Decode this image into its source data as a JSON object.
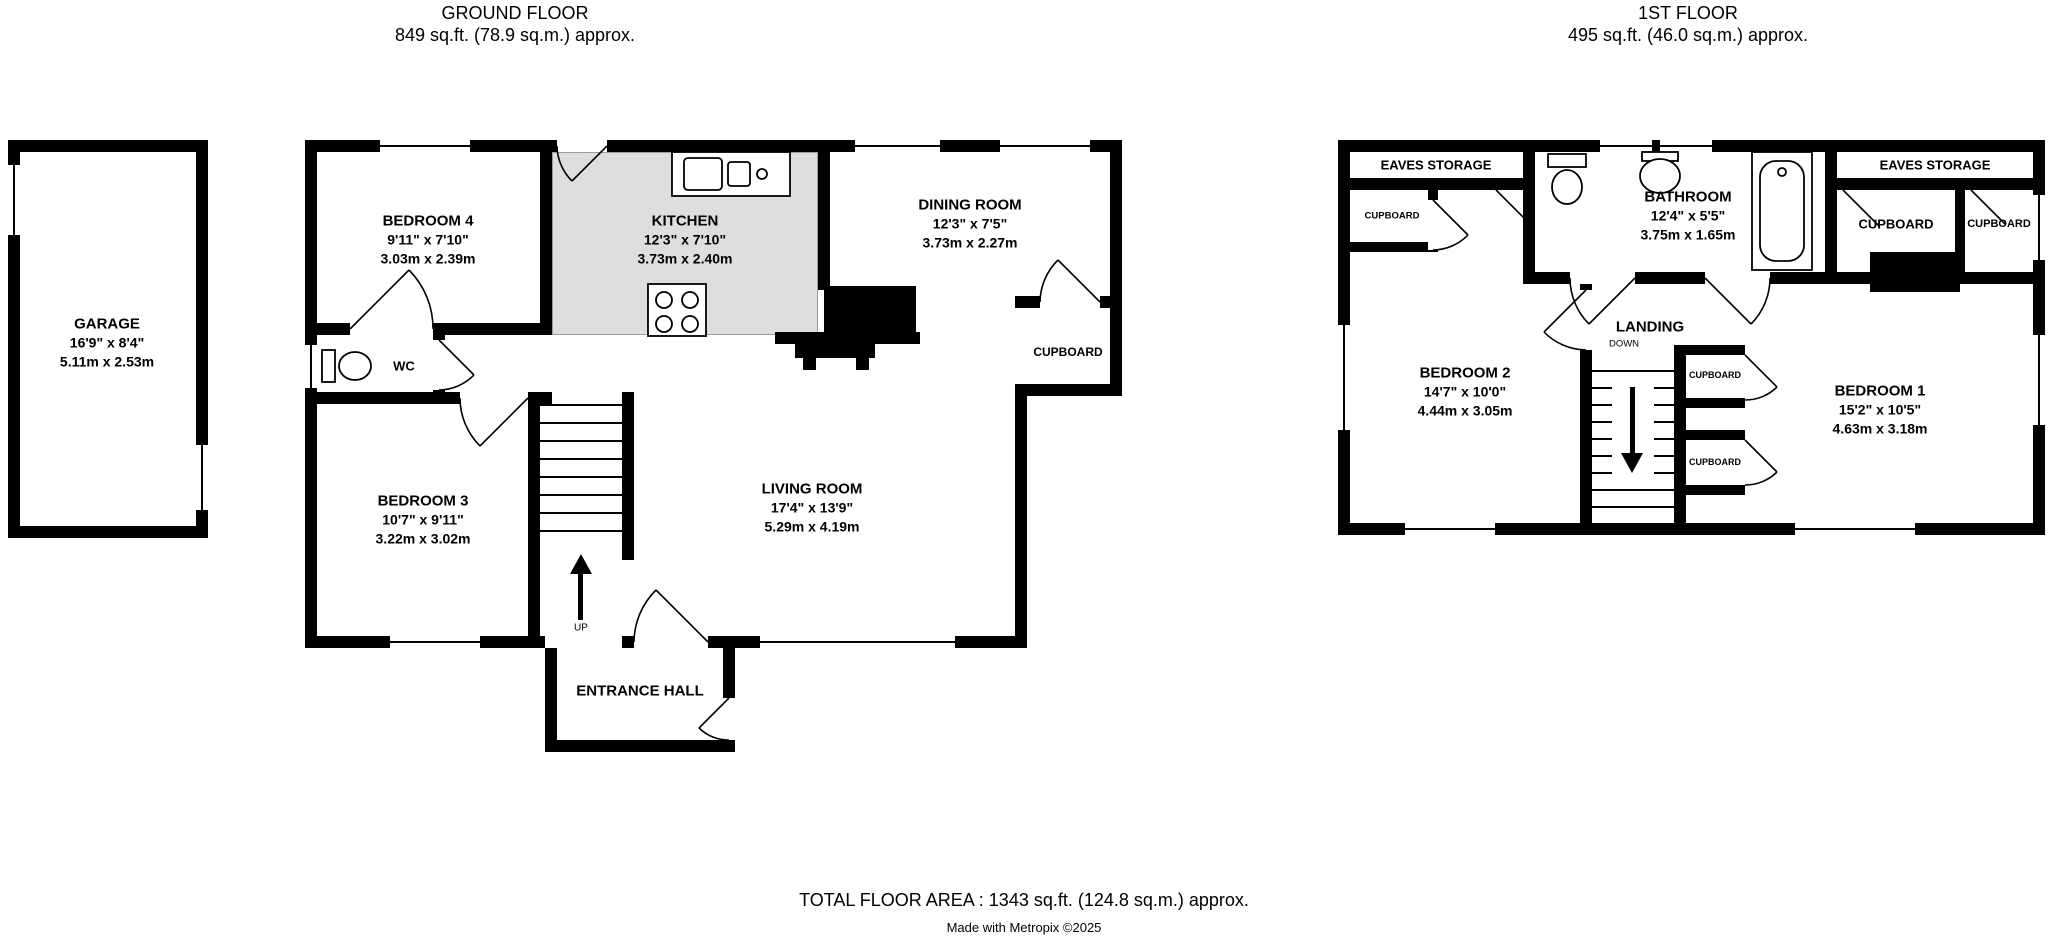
{
  "ground_floor": {
    "title": "GROUND FLOOR",
    "area": "849 sq.ft. (78.9 sq.m.) approx.",
    "stairs": {
      "label": "UP"
    },
    "rooms": {
      "garage": {
        "name": "GARAGE",
        "imperial": "16'9\" x 8'4\"",
        "metric": "5.11m x 2.53m"
      },
      "bedroom4": {
        "name": "BEDROOM 4",
        "imperial": "9'11\" x 7'10\"",
        "metric": "3.03m x 2.39m"
      },
      "kitchen": {
        "name": "KITCHEN",
        "imperial": "12'3\" x 7'10\"",
        "metric": "3.73m x 2.40m"
      },
      "dining_room": {
        "name": "DINING ROOM",
        "imperial": "12'3\" x 7'5\"",
        "metric": "3.73m x 2.27m"
      },
      "wc": {
        "name": "WC"
      },
      "bedroom3": {
        "name": "BEDROOM 3",
        "imperial": "10'7\" x 9'11\"",
        "metric": "3.22m x 3.02m"
      },
      "living_room": {
        "name": "LIVING ROOM",
        "imperial": "17'4\" x 13'9\"",
        "metric": "5.29m x 4.19m"
      },
      "cupboard": {
        "name": "CUPBOARD"
      },
      "entrance_hall": {
        "name": "ENTRANCE HALL"
      }
    }
  },
  "first_floor": {
    "title": "1ST FLOOR",
    "area": "495 sq.ft. (46.0 sq.m.) approx.",
    "stairs": {
      "label": "DOWN"
    },
    "rooms": {
      "eaves_storage_left": {
        "name": "EAVES STORAGE"
      },
      "eaves_storage_right": {
        "name": "EAVES STORAGE"
      },
      "cupboard_top_left": {
        "name": "CUPBOARD"
      },
      "bathroom": {
        "name": "BATHROOM",
        "imperial": "12'4\" x 5'5\"",
        "metric": "3.75m x 1.65m"
      },
      "cupboard_right_a": {
        "name": "CUPBOARD"
      },
      "cupboard_right_b": {
        "name": "CUPBOARD"
      },
      "bedroom2": {
        "name": "BEDROOM 2",
        "imperial": "14'7\" x 10'0\"",
        "metric": "4.44m x 3.05m"
      },
      "landing": {
        "name": "LANDING"
      },
      "cupboard_mid_a": {
        "name": "CUPBOARD"
      },
      "c_mid_b": {
        "name": "CUPBOARD"
      },
      "bedroom1": {
        "name": "BEDROOM 1",
        "imperial": "15'2\" x 10'5\"",
        "metric": "4.63m x 3.18m"
      }
    }
  },
  "footer": {
    "total": "TOTAL FLOOR AREA : 1343 sq.ft. (124.8 sq.m.) approx.",
    "credit": "Made with Metropix ©2025"
  }
}
